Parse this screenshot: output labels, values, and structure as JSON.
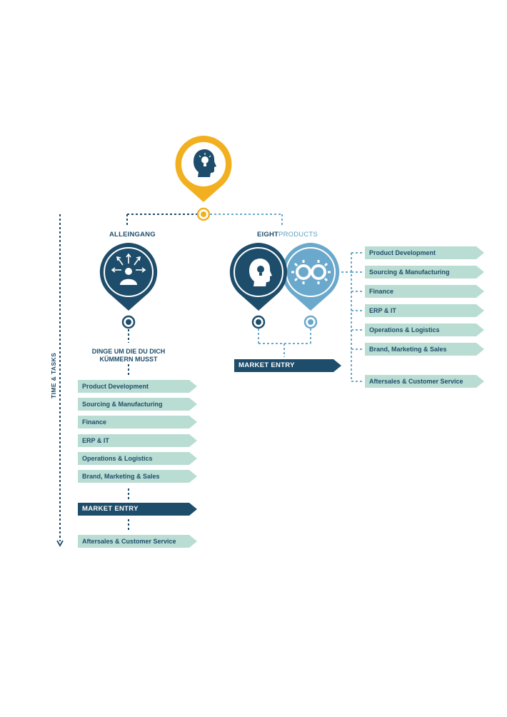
{
  "colors": {
    "dark_blue": "#1e4d6b",
    "light_blue": "#6aa9cc",
    "yellow": "#f2b020",
    "tag_fill": "#b9ddd3"
  },
  "axis_label": "TIME & TASKS",
  "top_node": {
    "icon": "lightbulb-head-icon"
  },
  "left": {
    "title": "ALLEINGANG",
    "icon": "person-arrows-icon",
    "caption_line1": "DINGE UM DIE DU DICH",
    "caption_line2": "KÜMMERN MUSST",
    "tasks": [
      "Product Development",
      "Sourcing & Manufacturing",
      "Finance",
      "ERP & IT",
      "Operations & Logistics",
      "Brand, Marketing & Sales"
    ],
    "market_entry": "MARKET ENTRY",
    "after": "Aftersales & Customer Service"
  },
  "right": {
    "title_bold": "EIGHT",
    "title_light": "PRODUCTS",
    "icons": [
      "lightbulb-head-icon",
      "gears-icon"
    ],
    "market_entry": "MARKET ENTRY",
    "tasks": [
      "Product Development",
      "Sourcing & Manufacturing",
      "Finance",
      "ERP & IT",
      "Operations & Logistics",
      "Brand, Marketing & Sales"
    ],
    "after": "Aftersales & Customer Service"
  }
}
